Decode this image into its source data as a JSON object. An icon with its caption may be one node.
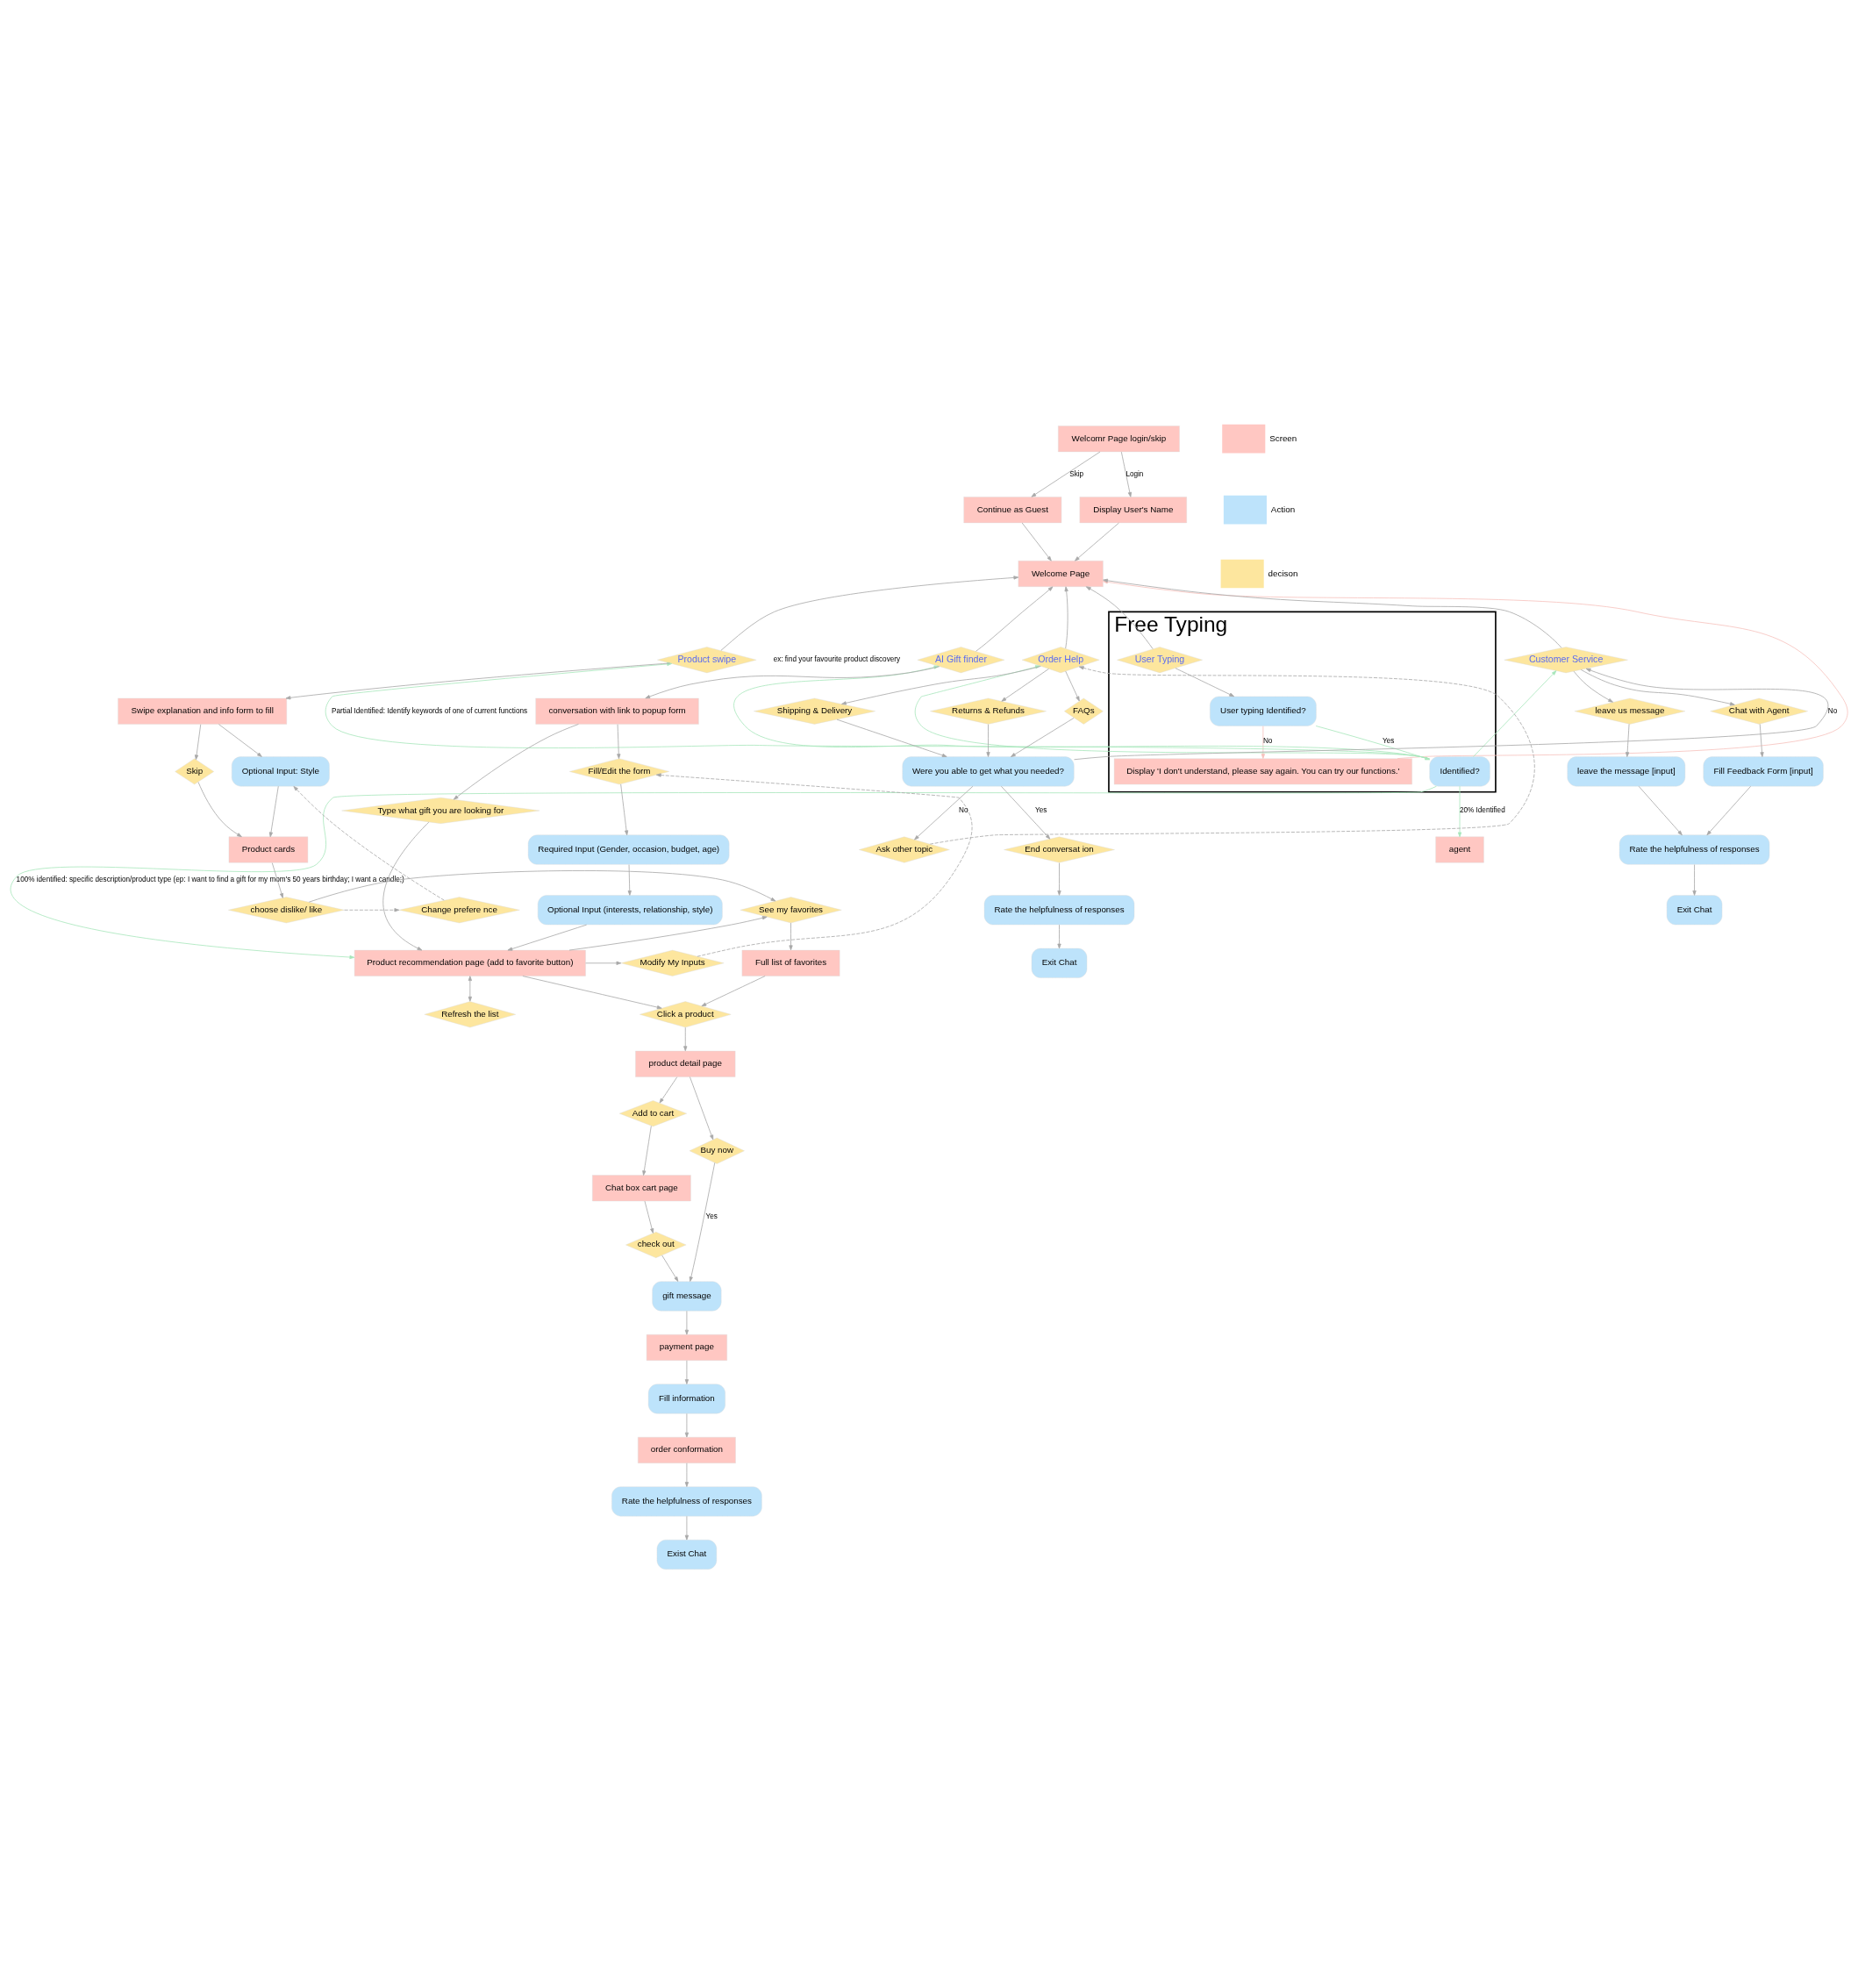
{
  "diagram": {
    "nodes": [
      {
        "text": [
          "Welcomr Page login/skip"
        ]
      },
      {
        "text": [
          "Continue as Guest"
        ]
      },
      {
        "text": [
          "Display User's Name"
        ]
      },
      {
        "text": [
          "Welcome Page"
        ]
      },
      {
        "text": [
          "Free Typing"
        ]
      },
      {
        "text": [
          "User Typing"
        ],
        "in": 4
      },
      {
        "text": [
          "User typing Identified?"
        ],
        "in": 4
      },
      {
        "text": [
          "Display 'I don't understand, please say again. You can try our functions.'"
        ],
        "in": 4
      },
      {
        "text": [
          "Identified?"
        ],
        "in": 4
      },
      {
        "text": [
          "agent"
        ]
      },
      {
        "text": [
          "Product swipe"
        ],
        "beside": [
          "ex: find your favourite product discovery"
        ]
      },
      {
        "text": [
          "AI Gift finder"
        ]
      },
      {
        "text": [
          "Order Help"
        ]
      },
      {
        "text": [
          "Customer Service"
        ]
      },
      {
        "text": [
          "Swipe explanation and info form to fill"
        ]
      },
      {
        "text": [
          "conversation with link to popup form"
        ]
      },
      {
        "text": [
          "Optional Input: Style"
        ]
      },
      {
        "text": [
          "Skip"
        ]
      },
      {
        "text": [
          "Type what gift you are looking for"
        ]
      },
      {
        "text": [
          "Fill/Edit the form"
        ]
      },
      {
        "text": [
          "Product cards"
        ]
      },
      {
        "text": [
          "Required Input (Gender, occasion, budget, age)"
        ]
      },
      {
        "text": [
          "Optional Input (interests, relationship, style)"
        ]
      },
      {
        "text": [
          "Change prefere nce"
        ]
      },
      {
        "text": [
          "choose dislike/ like"
        ]
      },
      {
        "text": [
          "See my favorites"
        ]
      },
      {
        "text": [
          "Product recommendation page (add to favorite button)"
        ]
      },
      {
        "text": [
          "Modify My Inputs"
        ]
      },
      {
        "text": [
          "Full list of favorites"
        ]
      },
      {
        "text": [
          "Click a product"
        ]
      },
      {
        "text": [
          "Refresh the list"
        ]
      },
      {
        "text": [
          "product detail page"
        ]
      },
      {
        "text": [
          "Add to cart"
        ]
      },
      {
        "text": [
          "Chat box cart page"
        ]
      },
      {
        "text": [
          "check out"
        ]
      },
      {
        "text": [
          "Buy now"
        ]
      },
      {
        "text": [
          "gift message"
        ]
      },
      {
        "text": [
          "payment page"
        ]
      },
      {
        "text": [
          "Fill information"
        ]
      },
      {
        "text": [
          "order conformation"
        ]
      },
      {
        "text": [
          "Rate the helpfulness of responses"
        ]
      },
      {
        "text": [
          "Exist Chat"
        ]
      },
      {
        "text": [
          "Shipping & Delivery"
        ]
      },
      {
        "text": [
          "Returns & Refunds"
        ]
      },
      {
        "text": [
          "FAQs"
        ]
      },
      {
        "text": [
          "Were you able to get what you needed?"
        ]
      },
      {
        "text": [
          "Ask other topic"
        ]
      },
      {
        "text": [
          "End conversat ion"
        ]
      },
      {
        "text": [
          "Rate the helpfulness of responses"
        ]
      },
      {
        "text": [
          "Exit Chat"
        ]
      },
      {
        "text": [
          "leave us message"
        ]
      },
      {
        "text": [
          "Chat with Agent"
        ]
      },
      {
        "text": [
          "leave the message [input]"
        ]
      },
      {
        "text": [
          "Fill Feedback Form [input]"
        ]
      },
      {
        "text": [
          "Rate the helpfulness of responses"
        ]
      },
      {
        "text": [
          "Exit Chat"
        ]
      }
    ],
    "edges": [
      {
        "from": 0,
        "to": 1,
        "arrow": "to",
        "label": "Skip"
      },
      {
        "from": 0,
        "to": 2,
        "arrow": "to",
        "label": "Login"
      },
      {
        "from": 1,
        "to": 3,
        "arrow": "to"
      },
      {
        "from": 2,
        "to": 3,
        "arrow": "to"
      },
      {
        "from": 7,
        "to": 3,
        "arrow": "to",
        "color": "#f6c2bd"
      },
      {
        "from": 5,
        "to": 3,
        "arrow": "to"
      },
      {
        "from": 10,
        "to": 3,
        "arrow": "to"
      },
      {
        "from": 11,
        "to": 3,
        "arrow": "to"
      },
      {
        "from": 12,
        "to": 3,
        "arrow": "to"
      },
      {
        "from": 13,
        "to": 3,
        "arrow": "to"
      },
      {
        "from": 5,
        "to": 6,
        "arrow": "to"
      },
      {
        "from": 6,
        "to": 7,
        "arrow": "to",
        "label": "No",
        "color": "#f6c2bd"
      },
      {
        "from": 6,
        "to": 8,
        "arrow": "to",
        "label": "Yes",
        "color": "#a8e6bb"
      },
      {
        "from": 8,
        "to": 10,
        "arrow": "to",
        "label": "Partial Identified: Identify keywords of one of current functions",
        "color": "#a8e6bb"
      },
      {
        "from": 8,
        "to": 11,
        "arrow": "to",
        "color": "#a8e6bb"
      },
      {
        "from": 8,
        "to": 12,
        "arrow": "to",
        "color": "#a8e6bb"
      },
      {
        "from": 8,
        "to": 13,
        "arrow": "to",
        "color": "#a8e6bb"
      },
      {
        "from": 8,
        "to": 9,
        "arrow": "to",
        "label": "20% Identified",
        "color": "#a8e6bb"
      },
      {
        "from": 8,
        "to": 26,
        "arrow": "to",
        "label": "100% identified: specific description/product type (ep: I want to find a gift for my mom's 50 years birthday; I want a candle;)",
        "color": "#a8e6bb"
      },
      {
        "from": 10,
        "to": 14,
        "arrow": "to"
      },
      {
        "from": 14,
        "to": 16,
        "arrow": "to"
      },
      {
        "from": 14,
        "to": 17,
        "arrow": "to"
      },
      {
        "from": 16,
        "to": 20,
        "arrow": "to"
      },
      {
        "from": 17,
        "to": 20,
        "arrow": "to"
      },
      {
        "from": 20,
        "to": 24,
        "arrow": "to"
      },
      {
        "from": 24,
        "to": 23,
        "arrow": "to",
        "style": "dashed"
      },
      {
        "from": 23,
        "to": 16,
        "arrow": "to",
        "style": "dashed"
      },
      {
        "from": 24,
        "to": 25,
        "arrow": "to"
      },
      {
        "from": 26,
        "to": 25,
        "arrow": "to"
      },
      {
        "from": 25,
        "to": 28,
        "arrow": "to"
      },
      {
        "from": 28,
        "to": 29,
        "arrow": "to"
      },
      {
        "from": 26,
        "to": 29,
        "arrow": "to"
      },
      {
        "from": 26,
        "to": 30,
        "arrow": "both"
      },
      {
        "from": 26,
        "to": 27,
        "arrow": "to"
      },
      {
        "from": 27,
        "to": 19,
        "arrow": "to",
        "style": "dashed"
      },
      {
        "from": 11,
        "to": 15,
        "arrow": "to"
      },
      {
        "from": 15,
        "to": 18,
        "arrow": "to"
      },
      {
        "from": 15,
        "to": 19,
        "arrow": "to"
      },
      {
        "from": 19,
        "to": 21,
        "arrow": "to"
      },
      {
        "from": 21,
        "to": 22,
        "arrow": "to"
      },
      {
        "from": 22,
        "to": 26,
        "arrow": "to"
      },
      {
        "from": 18,
        "to": 26,
        "arrow": "to"
      },
      {
        "from": 29,
        "to": 31,
        "arrow": "to"
      },
      {
        "from": 31,
        "to": 32,
        "arrow": "to"
      },
      {
        "from": 32,
        "to": 33,
        "arrow": "to"
      },
      {
        "from": 33,
        "to": 34,
        "arrow": "to"
      },
      {
        "from": 31,
        "to": 35,
        "arrow": "to"
      },
      {
        "from": 34,
        "to": 36,
        "arrow": "to"
      },
      {
        "from": 35,
        "to": 36,
        "arrow": "to",
        "label": "Yes"
      },
      {
        "from": 36,
        "to": 37,
        "arrow": "to"
      },
      {
        "from": 37,
        "to": 38,
        "arrow": "to"
      },
      {
        "from": 38,
        "to": 39,
        "arrow": "to"
      },
      {
        "from": 39,
        "to": 40,
        "arrow": "to"
      },
      {
        "from": 40,
        "to": 41,
        "arrow": "to"
      },
      {
        "from": 12,
        "to": 42,
        "arrow": "to"
      },
      {
        "from": 12,
        "to": 43,
        "arrow": "to"
      },
      {
        "from": 12,
        "to": 44,
        "arrow": "to"
      },
      {
        "from": 42,
        "to": 45,
        "arrow": "to"
      },
      {
        "from": 43,
        "to": 45,
        "arrow": "to"
      },
      {
        "from": 44,
        "to": 45,
        "arrow": "to"
      },
      {
        "from": 45,
        "to": 46,
        "arrow": "to",
        "label": "No"
      },
      {
        "from": 45,
        "to": 47,
        "arrow": "to",
        "label": "Yes"
      },
      {
        "from": 46,
        "to": 12,
        "arrow": "to",
        "style": "dashed"
      },
      {
        "from": 45,
        "to": 13,
        "arrow": "to",
        "label": "No"
      },
      {
        "from": 47,
        "to": 48,
        "arrow": "to"
      },
      {
        "from": 48,
        "to": 49,
        "arrow": "to"
      },
      {
        "from": 13,
        "to": 50,
        "arrow": "to"
      },
      {
        "from": 13,
        "to": 51,
        "arrow": "to"
      },
      {
        "from": 50,
        "to": 52,
        "arrow": "to"
      },
      {
        "from": 51,
        "to": 53,
        "arrow": "to"
      },
      {
        "from": 52,
        "to": 54,
        "arrow": "to"
      },
      {
        "from": 53,
        "to": 54,
        "arrow": "to"
      },
      {
        "from": 54,
        "to": 55,
        "arrow": "to"
      }
    ],
    "legend": [
      {
        "text": "Screen",
        "color": "#ffc7c2"
      },
      {
        "text": "Action",
        "color": "#bde3fb"
      },
      {
        "text": "decison",
        "color": "#fde69e"
      }
    ]
  }
}
